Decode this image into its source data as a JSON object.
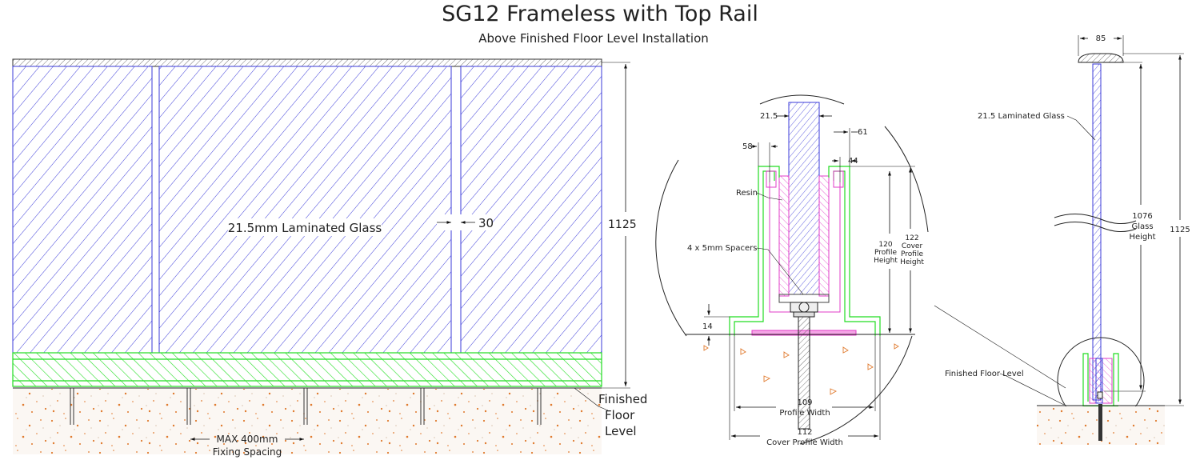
{
  "title": "SG12 Frameless with Top Rail",
  "subtitle": "Above Finished Floor Level Installation",
  "elevation": {
    "glass_label": "21.5mm Laminated Glass",
    "gap_label": "30",
    "height_label": "1125",
    "floor_label_lines": [
      "Finished",
      "Floor",
      "Level"
    ],
    "fixing_label_lines": [
      "MAX 400mm",
      "Fixing Spacing"
    ]
  },
  "detail": {
    "glass_thickness": "21.5",
    "dim_61": "61",
    "dim_58": "58",
    "dim_44": "44",
    "resin_label": "Resin",
    "spacers_label": "4 x 5mm Spacers",
    "dim_14": "14",
    "profile_height_lines": [
      "120",
      "Profile",
      "Height"
    ],
    "cover_profile_height_lines": [
      "122",
      "Cover",
      "Profile",
      "Height"
    ],
    "profile_width_lines": [
      "109",
      "Profile Width"
    ],
    "cover_profile_width_lines": [
      "112",
      "Cover Profile Width"
    ]
  },
  "section": {
    "top_width": "85",
    "glass_label": "21.5 Laminated Glass",
    "glass_height_lines": [
      "1076",
      "Glass",
      "Height"
    ],
    "total_height": "1125",
    "floor_label": "Finished Floor Level"
  },
  "colors": {
    "glass": "#3b3bd9",
    "profile": "#22dd22",
    "resin": "#e23cc8",
    "concrete": "#e07a2e"
  }
}
